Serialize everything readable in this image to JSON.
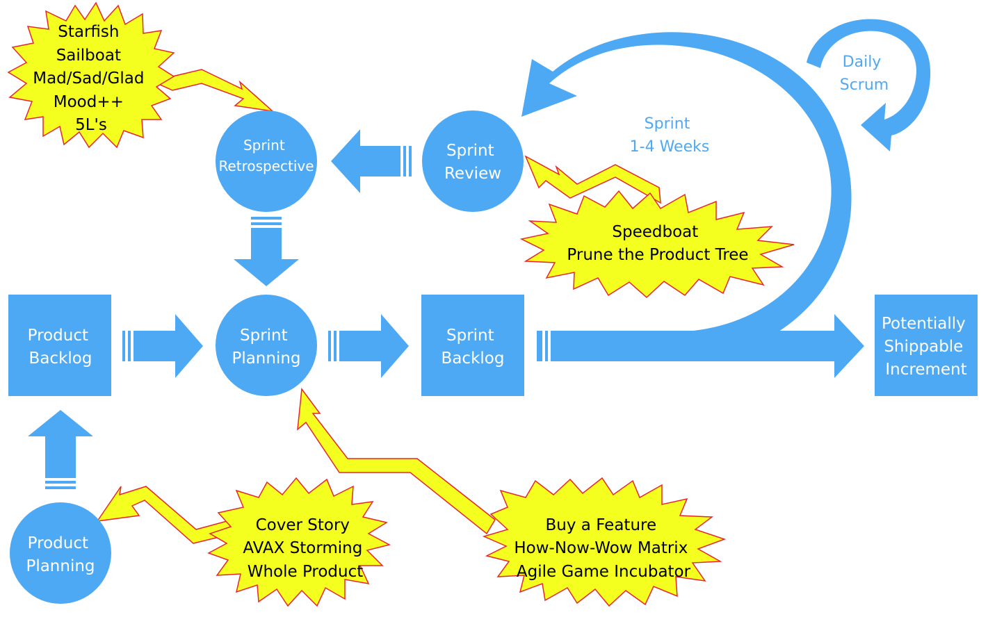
{
  "colors": {
    "shape_fill": "#4ea9f5",
    "shape_text": "#ffffff",
    "burst_fill": "#f5ff1f",
    "burst_stroke": "#e8262a",
    "burst_text": "#000000"
  },
  "nodes": {
    "product_backlog": [
      "Product",
      "Backlog"
    ],
    "sprint_planning": [
      "Sprint",
      "Planning"
    ],
    "sprint_backlog": [
      "Sprint",
      "Backlog"
    ],
    "potentially_shippable_increment": [
      "Potentially",
      "Shippable",
      "Increment"
    ],
    "product_planning": [
      "Product",
      "Planning"
    ],
    "sprint_retrospective": [
      "Sprint",
      "Retrospective"
    ],
    "sprint_review": [
      "Sprint",
      "Review"
    ]
  },
  "loops": {
    "sprint": [
      "Sprint",
      "1-4 Weeks"
    ],
    "daily_scrum": [
      "Daily",
      "Scrum"
    ]
  },
  "games": {
    "retrospective": [
      "Starfish",
      "Sailboat",
      "Mad/Sad/Glad",
      "Mood++",
      "5L's"
    ],
    "review": [
      "Speedboat",
      "Prune the Product Tree"
    ],
    "product_planning": [
      "Cover Story",
      "AVAX Storming",
      "Whole Product"
    ],
    "sprint_planning": [
      "Buy a Feature",
      "How-Now-Wow Matrix",
      "Agile Game Incubator"
    ]
  }
}
